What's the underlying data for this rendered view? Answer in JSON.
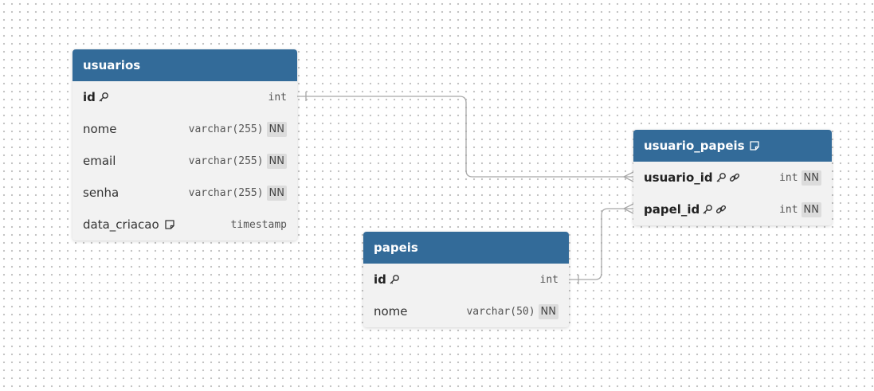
{
  "tables": {
    "usuarios": {
      "name": "usuarios",
      "columns": [
        {
          "name": "id",
          "type": "int",
          "nn": "",
          "pk": true
        },
        {
          "name": "nome",
          "type": "varchar(255)",
          "nn": "NN"
        },
        {
          "name": "email",
          "type": "varchar(255)",
          "nn": "NN"
        },
        {
          "name": "senha",
          "type": "varchar(255)",
          "nn": "NN"
        },
        {
          "name": "data_criacao",
          "type": "timestamp",
          "nn": "",
          "note": true
        }
      ]
    },
    "usuario_papeis": {
      "name": "usuario_papeis",
      "note": true,
      "columns": [
        {
          "name": "usuario_id",
          "type": "int",
          "nn": "NN",
          "pk": true,
          "fk": true
        },
        {
          "name": "papel_id",
          "type": "int",
          "nn": "NN",
          "pk": true,
          "fk": true
        }
      ]
    },
    "papeis": {
      "name": "papeis",
      "columns": [
        {
          "name": "id",
          "type": "int",
          "nn": "",
          "pk": true
        },
        {
          "name": "nome",
          "type": "varchar(50)",
          "nn": "NN"
        }
      ]
    }
  },
  "relationships": [
    {
      "from": "usuarios.id",
      "to": "usuario_papeis.usuario_id",
      "from_card": "one",
      "to_card": "many"
    },
    {
      "from": "papeis.id",
      "to": "usuario_papeis.papel_id",
      "from_card": "one",
      "to_card": "many"
    }
  ],
  "colors": {
    "header": "#336b99",
    "body": "#f2f2f2",
    "connector": "#a8a8a8"
  }
}
